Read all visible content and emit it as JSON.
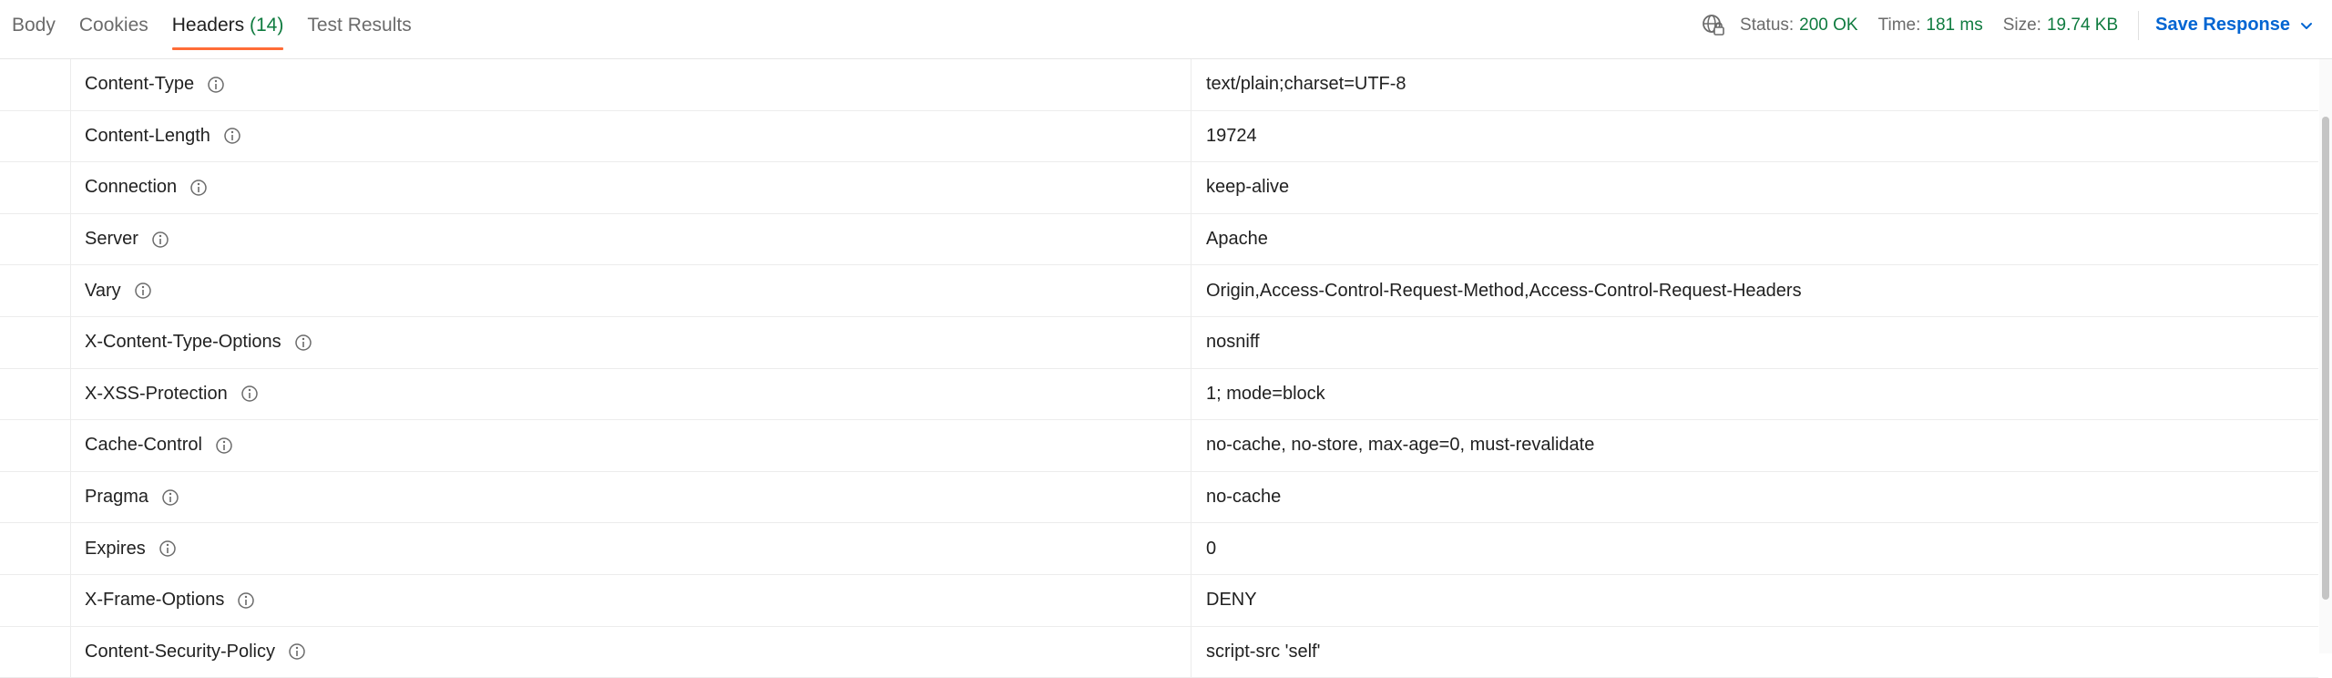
{
  "tabs": [
    {
      "label": "Body",
      "active": false
    },
    {
      "label": "Cookies",
      "active": false
    },
    {
      "label": "Headers",
      "count": "(14)",
      "active": true
    },
    {
      "label": "Test Results",
      "active": false
    }
  ],
  "status": {
    "status_label": "Status:",
    "status_value": "200 OK",
    "time_label": "Time:",
    "time_value": "181 ms",
    "size_label": "Size:",
    "size_value": "19.74 KB",
    "save_label": "Save Response",
    "value_color": "#0f7b3f",
    "save_color": "#0265d2"
  },
  "headers": [
    {
      "key": "Content-Type",
      "value": "text/plain;charset=UTF-8"
    },
    {
      "key": "Content-Length",
      "value": "19724"
    },
    {
      "key": "Connection",
      "value": "keep-alive"
    },
    {
      "key": "Server",
      "value": "Apache"
    },
    {
      "key": "Vary",
      "value": "Origin,Access-Control-Request-Method,Access-Control-Request-Headers"
    },
    {
      "key": "X-Content-Type-Options",
      "value": "nosniff"
    },
    {
      "key": "X-XSS-Protection",
      "value": "1; mode=block"
    },
    {
      "key": "Cache-Control",
      "value": "no-cache, no-store, max-age=0, must-revalidate"
    },
    {
      "key": "Pragma",
      "value": "no-cache"
    },
    {
      "key": "Expires",
      "value": "0"
    },
    {
      "key": "X-Frame-Options",
      "value": "DENY"
    },
    {
      "key": "Content-Security-Policy",
      "value": "script-src 'self'"
    }
  ],
  "icons": {
    "globe": "globe-lock-icon",
    "info": "info-icon",
    "chevron": "chevron-down-icon"
  }
}
